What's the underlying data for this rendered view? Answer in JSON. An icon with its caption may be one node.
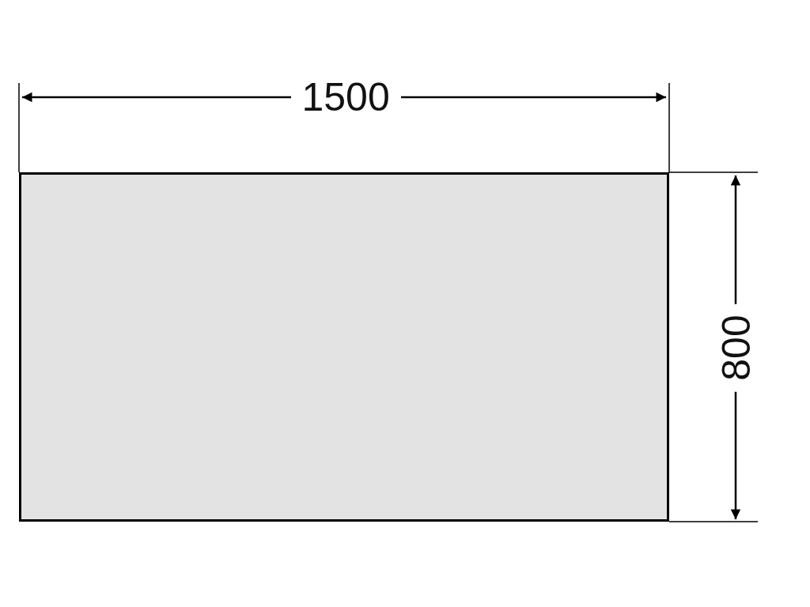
{
  "diagram": {
    "nodes": [
      {
        "text": [],
        "shape": "box"
      }
    ],
    "labels": [
      "1500",
      "800"
    ]
  }
}
